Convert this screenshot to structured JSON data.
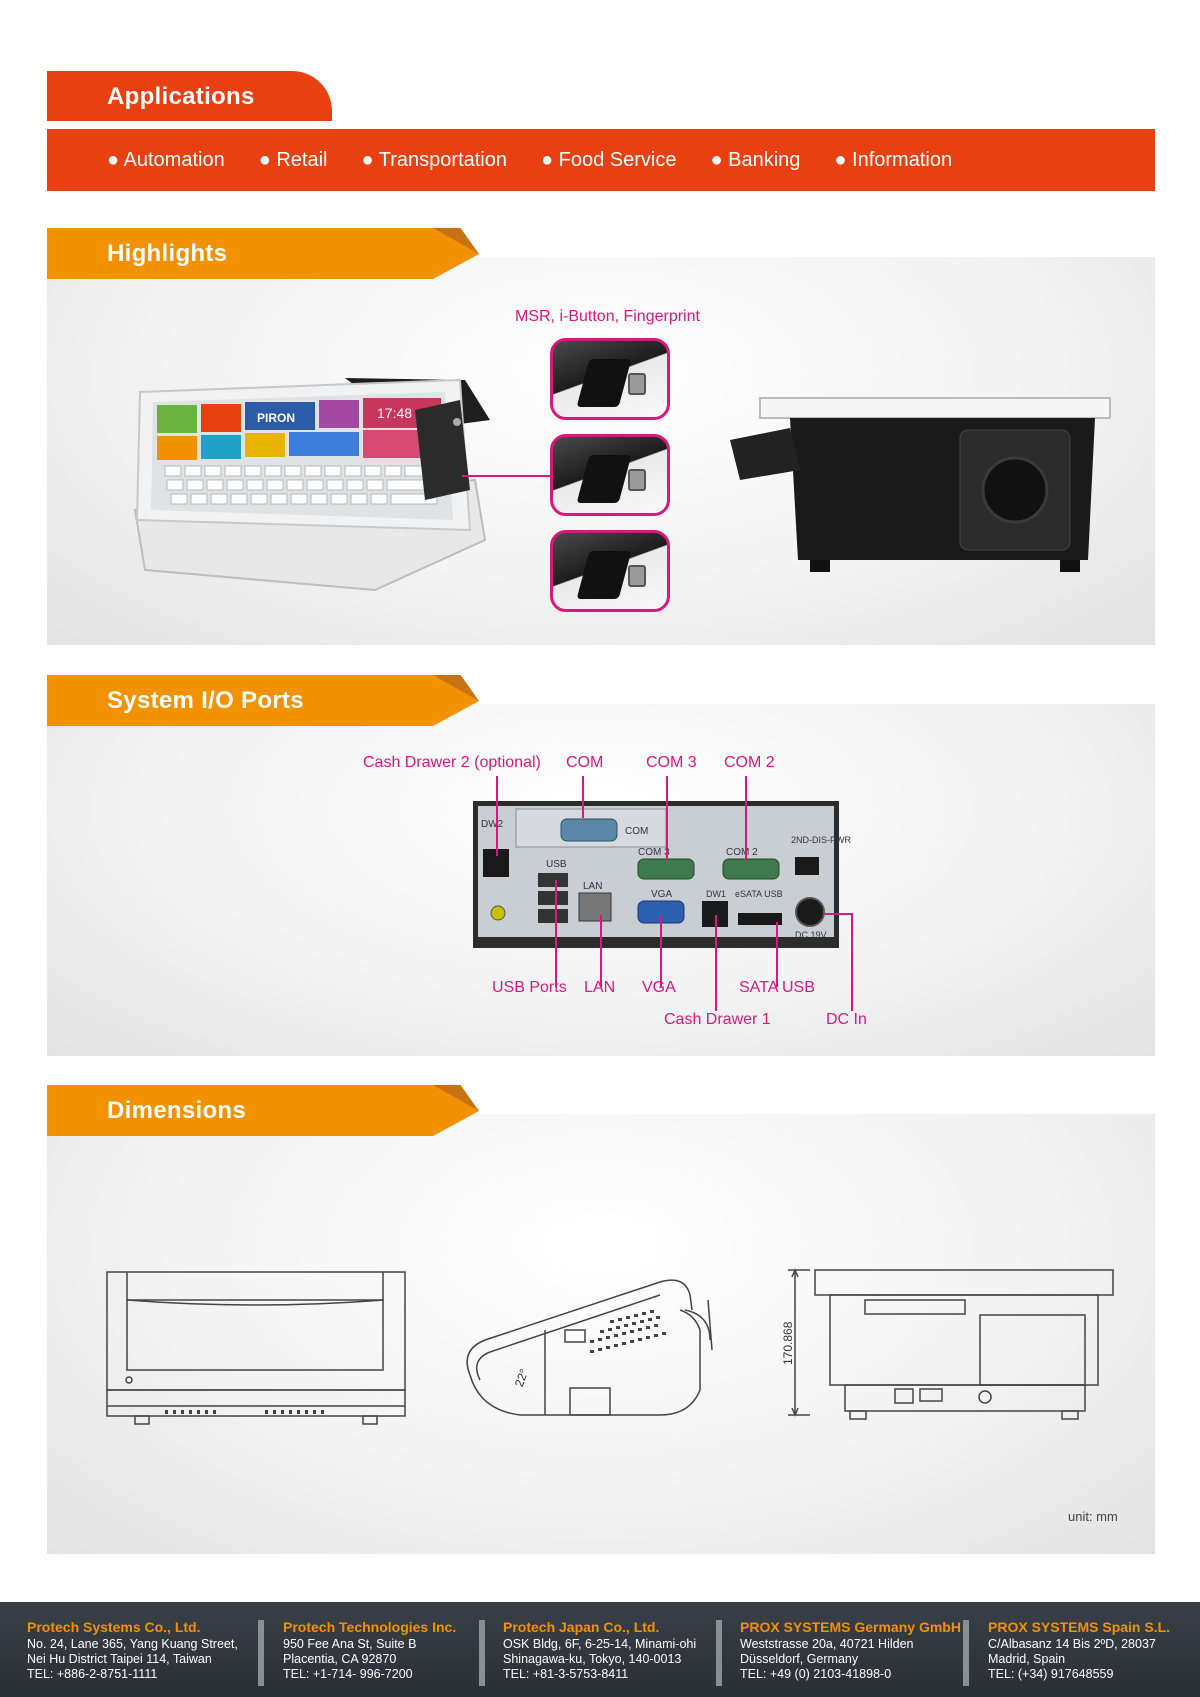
{
  "applications": {
    "title": "Applications",
    "items": [
      "● Automation",
      "● Retail",
      "● Transportation",
      "● Food Service",
      "● Banking",
      "● Information"
    ]
  },
  "highlights": {
    "title": "Highlights",
    "msr_label": "MSR, i-Button, Fingerprint",
    "screen_time": "17:48",
    "screen_brand": "PIRON"
  },
  "io_ports": {
    "title": "System I/O Ports",
    "labels": {
      "cash_drawer_2": "Cash Drawer 2 (optional)",
      "com": "COM",
      "com3": "COM 3",
      "com2": "COM 2",
      "usb_ports": "USB Ports",
      "lan": "LAN",
      "vga": "VGA",
      "sata_usb": "SATA USB",
      "cash_drawer_1": "Cash Drawer 1",
      "dc_in": "DC In"
    },
    "panel_text": {
      "dw2": "DW2",
      "com": "COM",
      "com3": "COM 3",
      "com2": "COM 2",
      "pwr": "2ND-DIS-PWR",
      "usb": "USB",
      "lan": "LAN",
      "vga": "VGA",
      "dw1": "DW1",
      "esata": "eSATA USB",
      "dc": "DC 19V"
    }
  },
  "dimensions": {
    "title": "Dimensions",
    "height_label": "170.868",
    "angle_label": "22°",
    "unit": "unit: mm"
  },
  "footer": [
    {
      "name": "Protech Systems Co., Ltd.",
      "lines": [
        "No. 24, Lane 365, Yang Kuang Street,",
        "Nei Hu District Taipei 114, Taiwan",
        "TEL: +886-2-8751-1111"
      ]
    },
    {
      "name": "Protech Technologies Inc.",
      "lines": [
        "950 Fee Ana St, Suite B",
        "Placentia, CA 92870",
        "TEL: +1-714- 996-7200"
      ]
    },
    {
      "name": "Protech Japan Co., Ltd.",
      "lines": [
        "OSK Bldg, 6F, 6-25-14, Minami-ohi",
        "Shinagawa-ku, Tokyo, 140-0013",
        "TEL: +81-3-5753-8411"
      ]
    },
    {
      "name": "PROX SYSTEMS Germany GmbH",
      "lines": [
        "Weststrasse 20a, 40721 Hilden",
        "Düsseldorf, Germany",
        "TEL: +49 (0) 2103-41898-0"
      ]
    },
    {
      "name": "PROX SYSTEMS Spain S.L.",
      "lines": [
        "C/Albasanz 14 Bis 2ºD, 28037",
        "Madrid, Spain",
        "TEL: (+34) 917648559"
      ]
    }
  ]
}
